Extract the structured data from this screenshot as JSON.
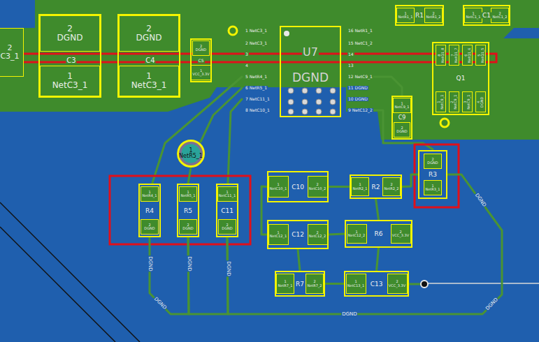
{
  "diagram": {
    "nodes": [
      {
        "text": [
          "2",
          "C3_1"
        ]
      },
      {
        "text": [
          "C3"
        ]
      },
      {
        "text": [
          "2",
          "DGND"
        ],
        "in": 1
      },
      {
        "text": [
          "1",
          "NetC3_1"
        ],
        "in": 1
      },
      {
        "text": [
          "C4"
        ]
      },
      {
        "text": [
          "2",
          "DGND"
        ],
        "in": 4
      },
      {
        "text": [
          "1",
          "NetC3_1"
        ],
        "in": 4
      },
      {
        "text": [
          "C5"
        ]
      },
      {
        "text": [
          "2",
          "DGND"
        ],
        "in": 7
      },
      {
        "text": [
          "1",
          "VCC_3.3V"
        ],
        "in": 7
      },
      {
        "text": [
          "U7",
          "DGND"
        ]
      },
      {
        "text": [
          "R1"
        ]
      },
      {
        "text": [
          "1",
          "NetR1_1"
        ],
        "in": 11
      },
      {
        "text": [
          "2",
          "NetR1_2"
        ],
        "in": 11
      },
      {
        "text": [
          "C1"
        ]
      },
      {
        "text": [
          "1",
          "NetC1_1"
        ],
        "in": 14
      },
      {
        "text": [
          "2",
          "NetC1_2"
        ],
        "in": 14
      },
      {
        "text": [
          "Q1"
        ]
      },
      {
        "text": [
          "8",
          "NetQ1_8"
        ],
        "in": 17
      },
      {
        "text": [
          "7",
          "NetQ1_7"
        ],
        "in": 17
      },
      {
        "text": [
          "6",
          "NetQ1_6"
        ],
        "in": 17
      },
      {
        "text": [
          "5",
          "NetQ1_5"
        ],
        "in": 17
      },
      {
        "text": [
          "1",
          "NetC9_1"
        ],
        "in": 17
      },
      {
        "text": [
          "2",
          "NetC9_1"
        ],
        "in": 17
      },
      {
        "text": [
          "3",
          "NetC9_1"
        ],
        "in": 17
      },
      {
        "text": [
          "4",
          "DGND"
        ],
        "in": 17
      },
      {
        "text": [
          "C9"
        ]
      },
      {
        "text": [
          "1",
          "NetC9_1"
        ],
        "in": 26
      },
      {
        "text": [
          "2",
          "DGND"
        ],
        "in": 26
      },
      {
        "text": [
          "1",
          "NetR5_1"
        ]
      },
      {
        "text": [
          "R3"
        ]
      },
      {
        "text": [
          "2",
          "DGND"
        ],
        "in": 30
      },
      {
        "text": [
          "1",
          "NetR3_1"
        ],
        "in": 30
      },
      {
        "text": [
          "R4"
        ]
      },
      {
        "text": [
          "1",
          "NetR4_1"
        ],
        "in": 33
      },
      {
        "text": [
          "2",
          "DGND"
        ],
        "in": 33
      },
      {
        "text": [
          "R5"
        ]
      },
      {
        "text": [
          "1",
          "NetR5_1"
        ],
        "in": 36
      },
      {
        "text": [
          "2",
          "DGND"
        ],
        "in": 36
      },
      {
        "text": [
          "C11"
        ]
      },
      {
        "text": [
          "1",
          "NetC11_1"
        ],
        "in": 39
      },
      {
        "text": [
          "2",
          "DGND"
        ],
        "in": 39
      },
      {
        "text": [
          "C10"
        ]
      },
      {
        "text": [
          "1",
          "NetC10_1"
        ],
        "in": 42
      },
      {
        "text": [
          "2",
          "NetC10_2"
        ],
        "in": 42
      },
      {
        "text": [
          "R2"
        ]
      },
      {
        "text": [
          "1",
          "NetR2_1"
        ],
        "in": 45
      },
      {
        "text": [
          "2",
          "NetR2_2"
        ],
        "in": 45
      },
      {
        "text": [
          "C12"
        ]
      },
      {
        "text": [
          "1",
          "NetC12_1"
        ],
        "in": 48
      },
      {
        "text": [
          "2",
          "NetC12_2"
        ],
        "in": 48
      },
      {
        "text": [
          "R6"
        ]
      },
      {
        "text": [
          "1",
          "NetC12_2"
        ],
        "in": 51
      },
      {
        "text": [
          "2",
          "VCC_3.3V"
        ],
        "in": 51
      },
      {
        "text": [
          "R7"
        ]
      },
      {
        "text": [
          "1",
          "NetR7_1"
        ],
        "in": 54
      },
      {
        "text": [
          "2",
          "NetR7_2"
        ],
        "in": 54
      },
      {
        "text": [
          "C13"
        ]
      },
      {
        "text": [
          "1",
          "NetC13_1"
        ],
        "in": 57
      },
      {
        "text": [
          "2",
          "VCC_3.3V"
        ],
        "in": 57
      }
    ],
    "edges": [
      {
        "from": 42,
        "to": 45,
        "arrow": "none"
      },
      {
        "from": 42,
        "to": 48,
        "arrow": "none"
      },
      {
        "from": 48,
        "to": 51,
        "arrow": "none"
      },
      {
        "from": 45,
        "to": 51,
        "arrow": "none"
      },
      {
        "from": 48,
        "to": 54,
        "arrow": "none"
      },
      {
        "from": 54,
        "to": 57,
        "arrow": "none"
      },
      {
        "from": 51,
        "to": 57,
        "arrow": "none"
      },
      {
        "from": 45,
        "to": 30,
        "arrow": "none"
      },
      {
        "from": 29,
        "to": 36,
        "arrow": "none"
      },
      {
        "from": 33,
        "to": 36,
        "arrow": "none"
      },
      {
        "from": 36,
        "to": 39,
        "arrow": "none"
      },
      {
        "from": 39,
        "to": 30,
        "arrow": "none"
      }
    ],
    "labels": [
      "1 NetC3_1",
      "2 NetC3_1",
      "3",
      "4",
      "5 NetR4_1",
      "6 NetR5_1",
      "7 NetC11_1",
      "8 NetC10_1",
      "16 NetR1_1",
      "15 NetC1_2",
      "14",
      "13",
      "12 NetC9_1",
      "11 DGND",
      "10 DGND",
      "9 NetC12_2",
      "DGND",
      "DGND",
      "DGND",
      "DGND",
      "DGND",
      "DGND",
      "DGND"
    ]
  }
}
